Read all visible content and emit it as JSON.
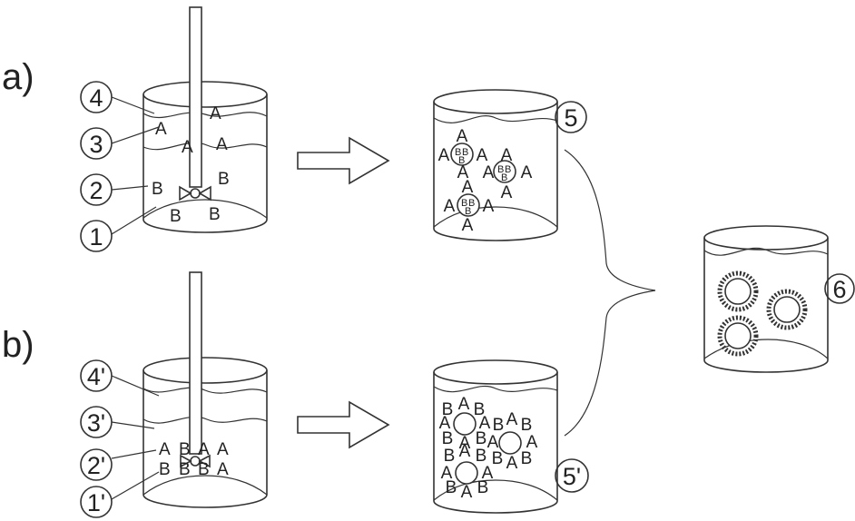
{
  "panel_labels": {
    "a": "a)",
    "b": "b)"
  },
  "callouts_a": [
    "4",
    "3",
    "2",
    "1"
  ],
  "callouts_b": [
    "4'",
    "3'",
    "2'",
    "1'"
  ],
  "result_labels": {
    "r5": "5",
    "r5p": "5'",
    "r6": "6"
  },
  "glyphs": {
    "A": "A",
    "B": "B"
  }
}
